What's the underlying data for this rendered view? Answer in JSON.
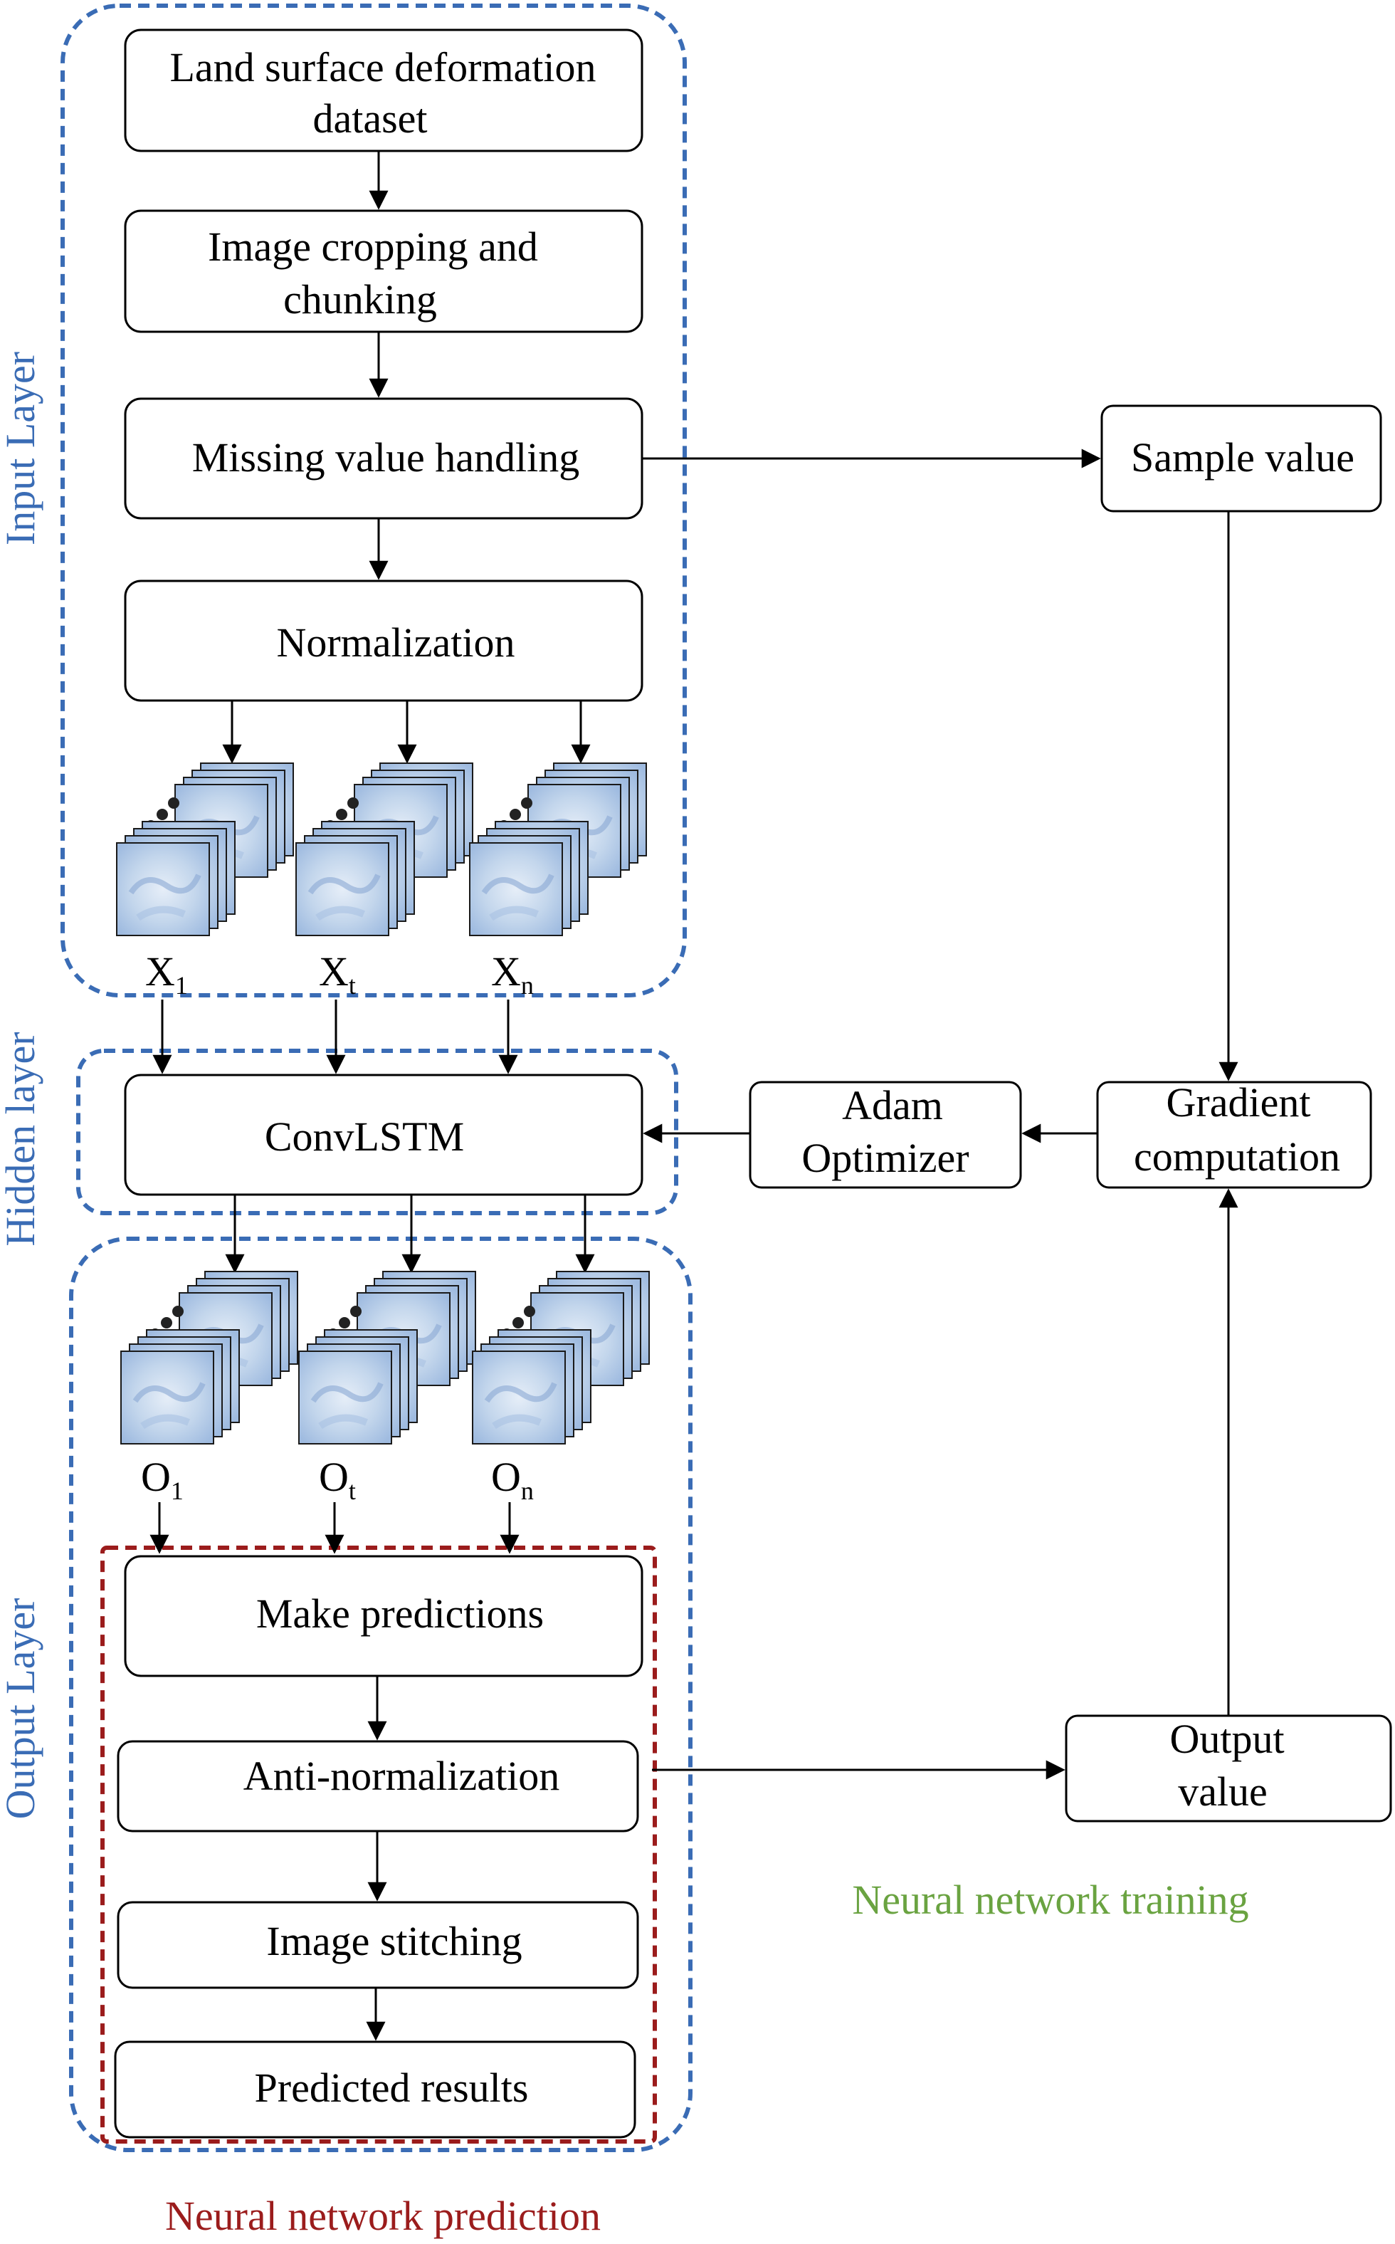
{
  "colors": {
    "layer_border": "#3a6cb5",
    "layer_label": "#3a6cb5",
    "prediction_border": "#9b1c1c",
    "prediction_label": "#9b1c1c",
    "training_label": "#6aa341",
    "image_tint": "#b7cde6"
  },
  "layers": {
    "input": "Input Layer",
    "hidden": "Hidden layer",
    "output": "Output Layer"
  },
  "boxes": {
    "dataset_line1": "Land surface deformation",
    "dataset_line2": "dataset",
    "crop_line1": "Image cropping and",
    "crop_line2": "chunking",
    "missing": "Missing value handling",
    "normalization": "Normalization",
    "convlstm": "ConvLSTM",
    "adam_line1": "Adam",
    "adam_line2": "Optimizer",
    "gradient_line1": "Gradient",
    "gradient_line2": "computation",
    "sample": "Sample value",
    "output_line1": "Output",
    "output_line2": "value",
    "predictions": "Make predictions",
    "antinorm": "Anti-normalization",
    "stitching": "Image stitching",
    "results": "Predicted results"
  },
  "inputs": [
    {
      "base": "X",
      "sub": "1"
    },
    {
      "base": "X",
      "sub": "t"
    },
    {
      "base": "X",
      "sub": "n"
    }
  ],
  "outputs": [
    {
      "base": "O",
      "sub": "1"
    },
    {
      "base": "O",
      "sub": "t"
    },
    {
      "base": "O",
      "sub": "n"
    }
  ],
  "captions": {
    "training": "Neural network training",
    "prediction": "Neural network prediction"
  },
  "icons": [
    "image-stack-icon",
    "ellipsis-dots-icon"
  ]
}
